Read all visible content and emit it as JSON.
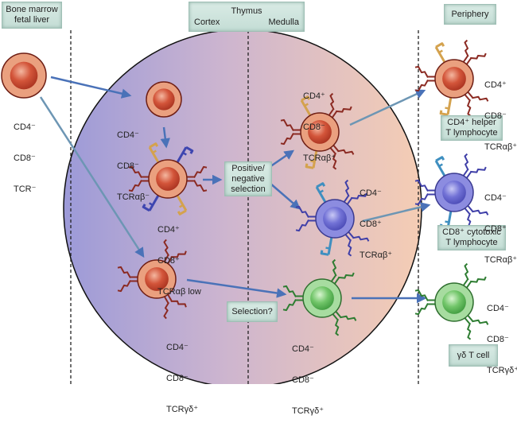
{
  "regions": {
    "bone_marrow": [
      "Bone marrow",
      "fetal liver"
    ],
    "thymus": {
      "title": "Thymus",
      "cortex": "Cortex",
      "medulla": "Medulla"
    },
    "periphery": "Periphery"
  },
  "cells": {
    "progenitor": {
      "lines": [
        "CD4⁻",
        "CD8⁻",
        "TCR⁻"
      ],
      "color": "#c9452c"
    },
    "thymocyte_dn": {
      "lines": [
        "CD4⁻",
        "CD8⁻",
        "TCRαβ⁻"
      ],
      "color": "#c9452c"
    },
    "thymocyte_dp": {
      "lines": [
        "CD4⁺",
        "CD8⁺",
        "TCRαβ low"
      ],
      "color": "#c9452c"
    },
    "thymocyte_gd": {
      "lines": [
        "CD4⁻",
        "CD8⁻",
        "TCRγδ⁺"
      ],
      "color": "#c9452c"
    },
    "medulla_cd4": {
      "lines": [
        "CD4⁺",
        "CD8⁻",
        "TCRαβ⁺"
      ],
      "color": "#c9452c"
    },
    "medulla_cd8": {
      "lines": [
        "CD4⁻",
        "CD8⁺",
        "TCRαβ⁺"
      ],
      "color": "#5b5bc8"
    },
    "medulla_gd": {
      "lines": [
        "CD4⁻",
        "CD8⁻",
        "TCRγδ⁺"
      ],
      "color": "#5cb85c"
    },
    "periph_cd4": {
      "lines": [
        "CD4⁺",
        "CD8⁻",
        "TCRαβ⁺"
      ],
      "color": "#c9452c"
    },
    "periph_cd8": {
      "lines": [
        "CD4⁻",
        "CD8⁺",
        "TCRαβ⁺"
      ],
      "color": "#5b5bc8"
    },
    "periph_gd": {
      "lines": [
        "CD4⁻",
        "CD8⁻",
        "TCRγδ⁺"
      ],
      "color": "#5cb85c"
    }
  },
  "boxes": {
    "positive_negative": [
      "Positive/",
      "negative",
      "selection"
    ],
    "selection_q": "Selection?",
    "cd4_helper": [
      "CD4⁺ helper",
      "T lymphocyte"
    ],
    "cd8_cytotoxic": [
      "CD8⁺ cytotoxic",
      "T lymphocyte"
    ],
    "gd_tcell": "γδ T cell"
  },
  "colors": {
    "arrow": "#4a72b8",
    "red_receptor": "#8b2a22",
    "cd4_receptor": "#d4a24e",
    "cd8_receptor": "#3e46b0",
    "cd8_cell_receptor": "#3f8fc0",
    "green_receptor": "#2e7d32",
    "thymus_cortex": "#a8a3d8",
    "thymus_medulla": "#f0c8b0"
  }
}
